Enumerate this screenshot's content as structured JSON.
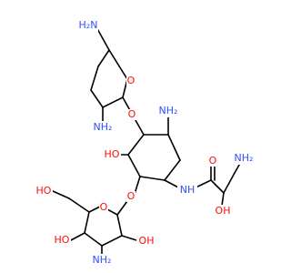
{
  "structure": {
    "colors": {
      "nitrogen": "#3050F8",
      "oxygen": "#FF0D0D",
      "bond": "#000000",
      "background": "#FFFFFF"
    },
    "labels": {
      "h2n_top": "H₂N",
      "nh2_aminosugar": "NH₂",
      "o_ring_top": "O",
      "o_glycoside_top": "O",
      "nh2_cyclohexane": "NH₂",
      "ho_cyclohexane": "HO",
      "o_glycoside_bottom": "O",
      "nh_amide": "NH",
      "o_carbonyl": "O",
      "oh_side": "OH",
      "nh2_side": "NH₂",
      "ho_ch2oh": "HO",
      "o_ring_bottom": "O",
      "oh_glucose": "OH",
      "ho_glucose": "HO",
      "nh2_glucose": "NH₂"
    }
  }
}
